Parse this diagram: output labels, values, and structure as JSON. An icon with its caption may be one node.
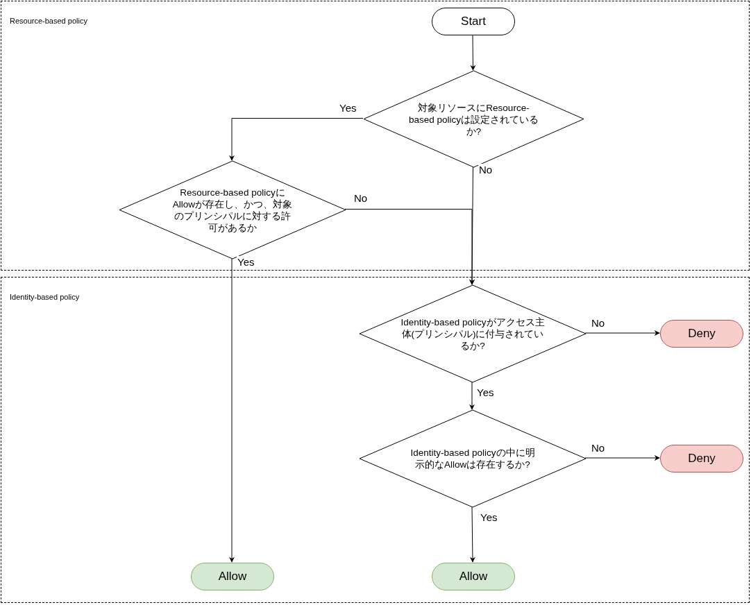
{
  "diagram": {
    "nodes": [
      {
        "text": [
          "Resource-based policy"
        ]
      },
      {
        "text": [
          "Start"
        ],
        "in": 0
      },
      {
        "text": [
          "対象リソースにResource-based policyは設定されているか?"
        ],
        "in": 0
      },
      {
        "text": [
          "Resource-based policyにAllowが存在し、かつ、対象のプリンシパルに対する許可があるか"
        ],
        "in": 0
      },
      {
        "text": [
          "Identity-based policy"
        ]
      },
      {
        "text": [
          "Identity-based policyがアクセス主体(プリンシパル)に付与されているか?"
        ],
        "in": 4
      },
      {
        "text": [
          "Deny"
        ],
        "in": 4
      },
      {
        "text": [
          "Identity-based policyの中に明示的なAllowは存在するか?"
        ],
        "in": 4
      },
      {
        "text": [
          "Deny"
        ],
        "in": 4
      },
      {
        "text": [
          "Allow"
        ],
        "in": 4
      },
      {
        "text": [
          "Allow"
        ],
        "in": 4
      }
    ],
    "edges": [
      {
        "from": 1,
        "to": 2,
        "arrow": "to"
      },
      {
        "from": 2,
        "to": 3,
        "arrow": "to",
        "label": "Yes"
      },
      {
        "from": 2,
        "to": 5,
        "arrow": "to",
        "label": "No"
      },
      {
        "from": 3,
        "to": 5,
        "arrow": "to",
        "label": "No"
      },
      {
        "from": 3,
        "to": 9,
        "arrow": "to",
        "label": "Yes"
      },
      {
        "from": 5,
        "to": 6,
        "arrow": "to",
        "label": "No"
      },
      {
        "from": 5,
        "to": 7,
        "arrow": "to",
        "label": "Yes"
      },
      {
        "from": 7,
        "to": 8,
        "arrow": "to",
        "label": "No"
      },
      {
        "from": 7,
        "to": 10,
        "arrow": "to",
        "label": "Yes"
      }
    ]
  }
}
